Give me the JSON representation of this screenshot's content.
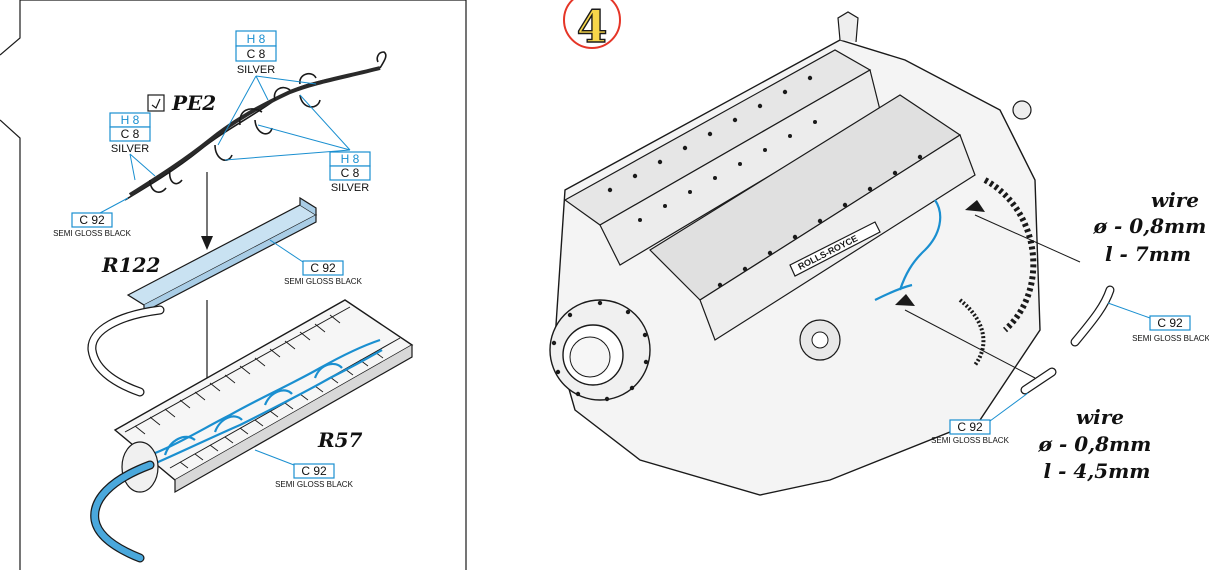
{
  "step": {
    "number": "4",
    "ring_color": "#e53527",
    "fill_color": "#f6d64a"
  },
  "colors": {
    "accent_blue": "#1a8fd0",
    "line": "#1a1a1a",
    "part_fill": "#c9e2f2"
  },
  "left_panel": {
    "photo_etch": {
      "label": "PE2",
      "icon": "photo-etch-check-icon"
    },
    "tags": [
      {
        "top": "H 8",
        "mid": "C 8",
        "caption": "SILVER"
      },
      {
        "top": "H 8",
        "mid": "C 8",
        "caption": "SILVER"
      },
      {
        "top": "H 8",
        "mid": "C 8",
        "caption": "SILVER"
      }
    ],
    "black_tags": [
      {
        "code": "C 92",
        "caption": "SEMI GLOSS BLACK"
      },
      {
        "code": "C 92",
        "caption": "SEMI GLOSS BLACK"
      },
      {
        "code": "C 92",
        "caption": "SEMI GLOSS BLACK"
      }
    ],
    "parts": {
      "rail": "R122",
      "cover": "R57"
    }
  },
  "right_panel": {
    "engine_label": "ROLLS-ROYCE",
    "wire_tags": [
      {
        "code": "C 92",
        "caption": "SEMI GLOSS BLACK"
      },
      {
        "code": "C 92",
        "caption": "SEMI GLOSS BLACK"
      }
    ],
    "wire_specs": [
      {
        "title": "wire",
        "diameter": "ø - 0,8mm",
        "length": "l - 7mm"
      },
      {
        "title": "wire",
        "diameter": "ø - 0,8mm",
        "length": "l - 4,5mm"
      }
    ]
  }
}
